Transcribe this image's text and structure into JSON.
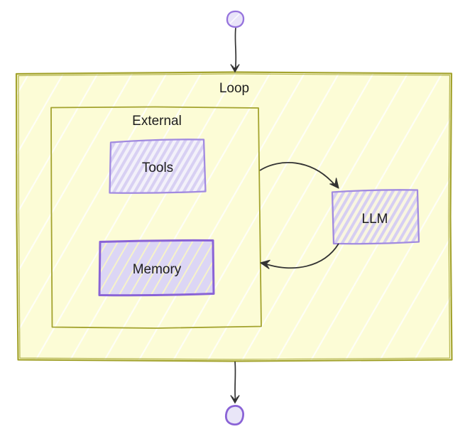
{
  "diagram": {
    "type": "flowchart",
    "direction": "top-down",
    "labels": {
      "loop": "Loop",
      "external": "External",
      "tools": "Tools",
      "memory": "Memory",
      "llm": "LLM"
    },
    "nodes": [
      {
        "id": "start",
        "shape": "circle",
        "label": ""
      },
      {
        "id": "tools",
        "shape": "rect",
        "label": "Tools",
        "parent": "external"
      },
      {
        "id": "memory",
        "shape": "rect",
        "label": "Memory",
        "parent": "external"
      },
      {
        "id": "llm",
        "shape": "rect",
        "label": "LLM",
        "parent": "loop"
      },
      {
        "id": "end",
        "shape": "circle",
        "label": ""
      }
    ],
    "containers": [
      {
        "id": "loop",
        "label": "Loop",
        "parent": null
      },
      {
        "id": "external",
        "label": "External",
        "parent": "loop"
      }
    ],
    "edges": [
      {
        "from": "start",
        "to": "loop"
      },
      {
        "from": "external",
        "to": "llm",
        "style": "curved"
      },
      {
        "from": "llm",
        "to": "external",
        "style": "curved"
      },
      {
        "from": "loop",
        "to": "end"
      }
    ],
    "colors": {
      "container_border": "#a3a32e",
      "container_fill": "#fcfcd6",
      "container_hatch": "#ffffff",
      "node_border_light": "#a18ae0",
      "node_border_dark": "#8a63d6",
      "node_stripe": "#d7cff3",
      "node_fill_light": "#f3f1fa",
      "memory_fill": "#dcd6f5",
      "circle_fill": "#e9e4f9",
      "arrow": "#333333",
      "text": "#1e1e1e"
    }
  }
}
